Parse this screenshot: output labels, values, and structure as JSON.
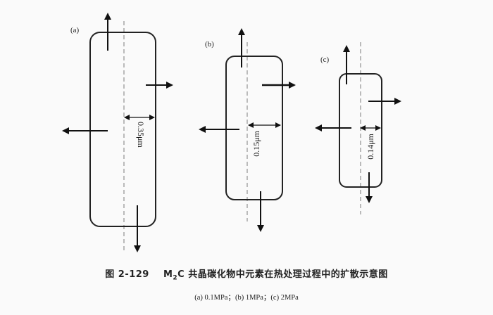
{
  "panels": [
    {
      "label": "(a)",
      "dimension": "0.35μm"
    },
    {
      "label": "(b)",
      "dimension": "0.15μm"
    },
    {
      "label": "(c)",
      "dimension": "0.14μm"
    }
  ],
  "caption": {
    "figure_number": "图 2-129",
    "title_prefix": "M",
    "title_subscript": "2",
    "title_rest": "C 共晶碳化物中元素在热处理过程中的扩散示意图",
    "subtitle": "(a) 0.1MPa；(b) 1MPa；(c) 2MPa"
  }
}
